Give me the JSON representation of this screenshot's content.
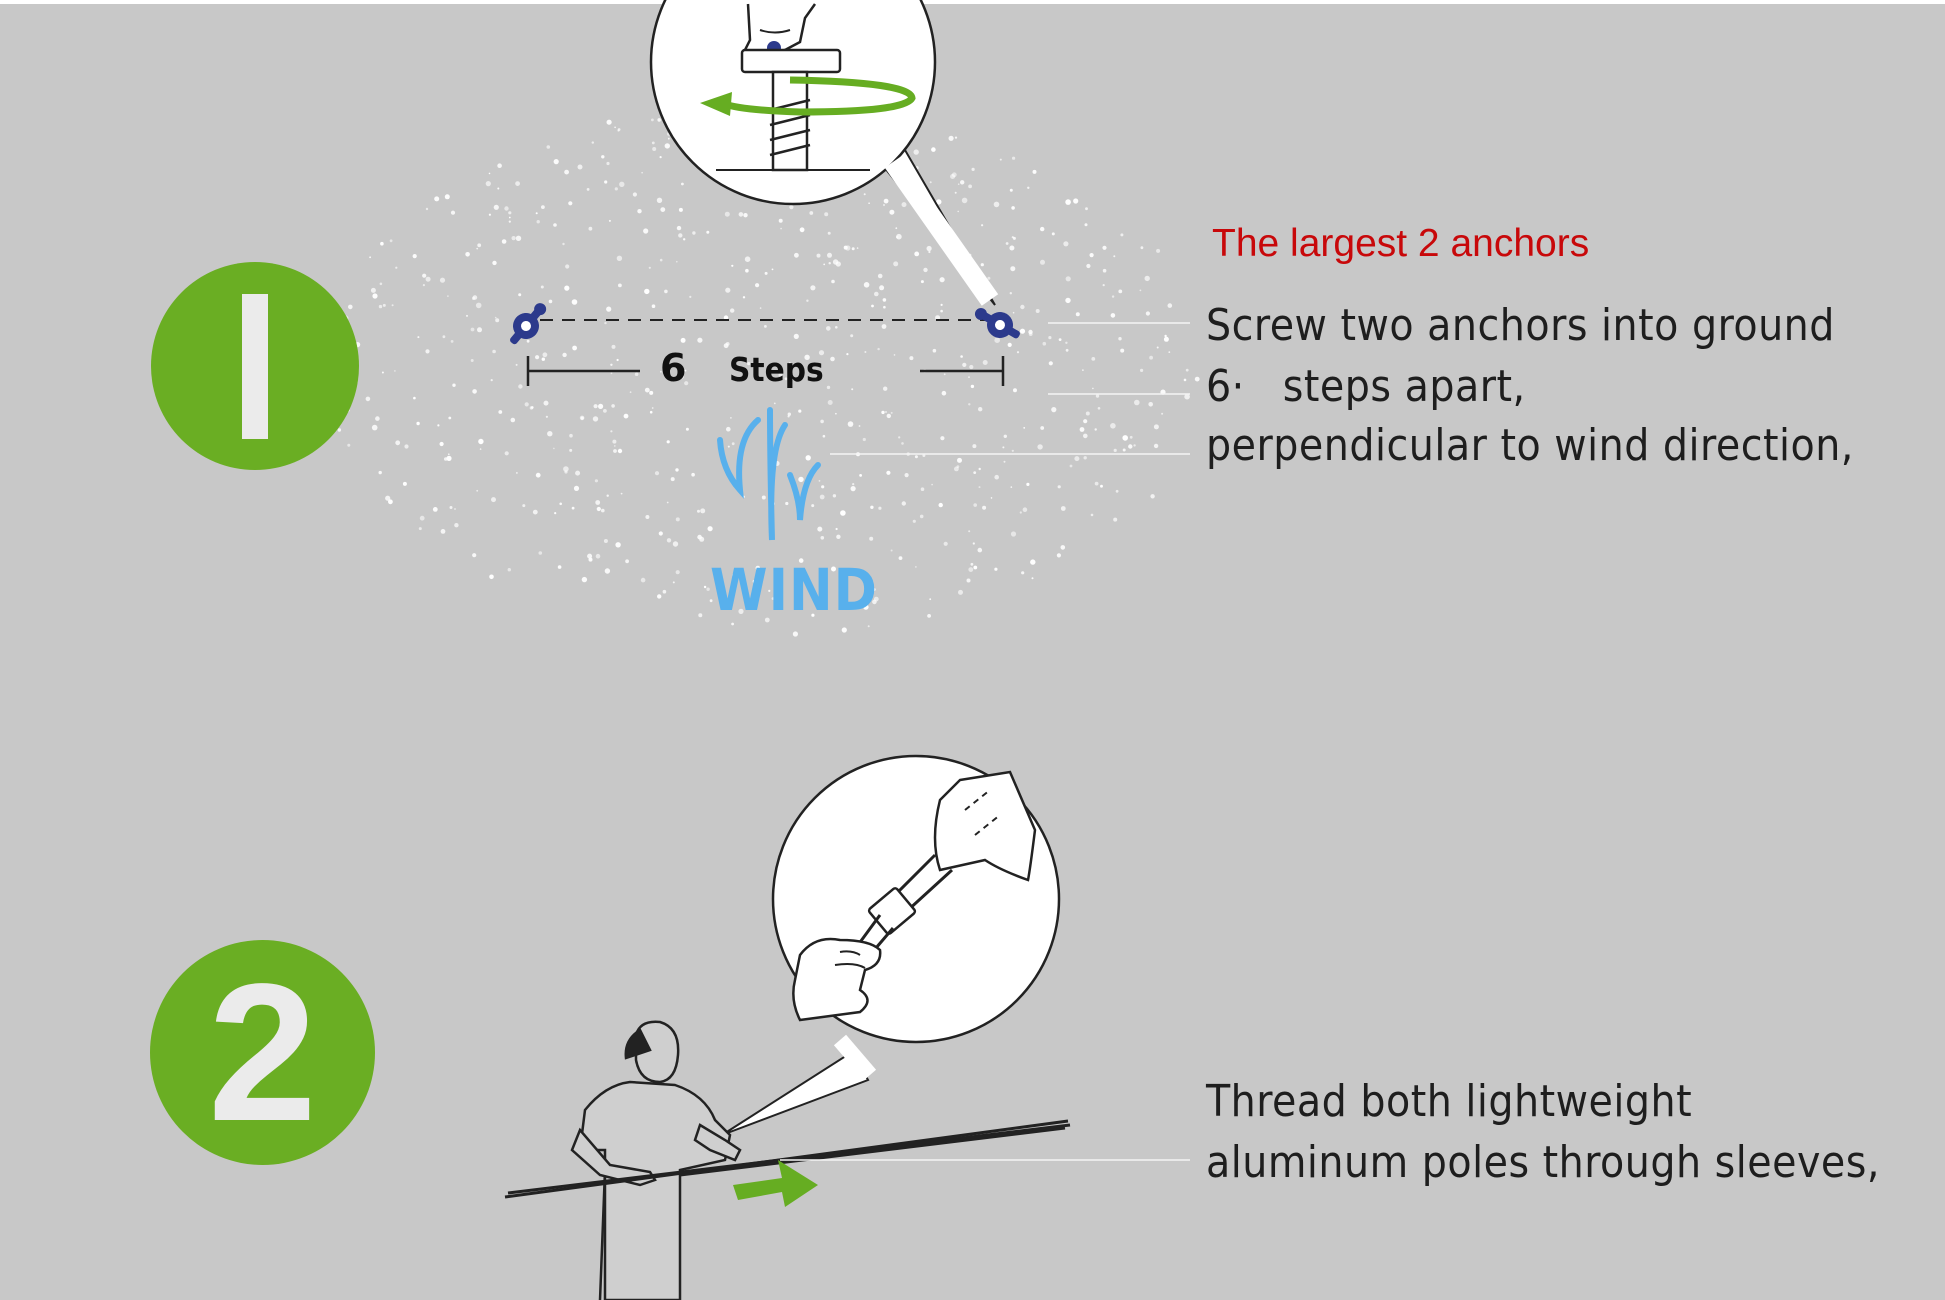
{
  "steps": [
    {
      "number": "1",
      "highlight": "The largest 2 anchors",
      "lines": [
        "Screw two anchors into ground",
        "6·",
        "steps apart,",
        "perpendicular to wind direction,"
      ],
      "distance_number": "6",
      "distance_word": "Steps",
      "wind_label": "WIND"
    },
    {
      "number": "2",
      "lines": [
        "Thread both lightweight",
        "aluminum poles through sleeves,"
      ]
    }
  ],
  "colors": {
    "background": "#c8c8c8",
    "badge_green": "#6aae23",
    "highlight_red": "#c8080a",
    "anchor_blue": "#2c3a8c",
    "wind_blue": "#58b0ec",
    "arrow_green": "#66ad22"
  },
  "icons": [
    "anchor-icon",
    "wind-icon",
    "rotate-arrow-icon",
    "push-arrow-icon"
  ]
}
